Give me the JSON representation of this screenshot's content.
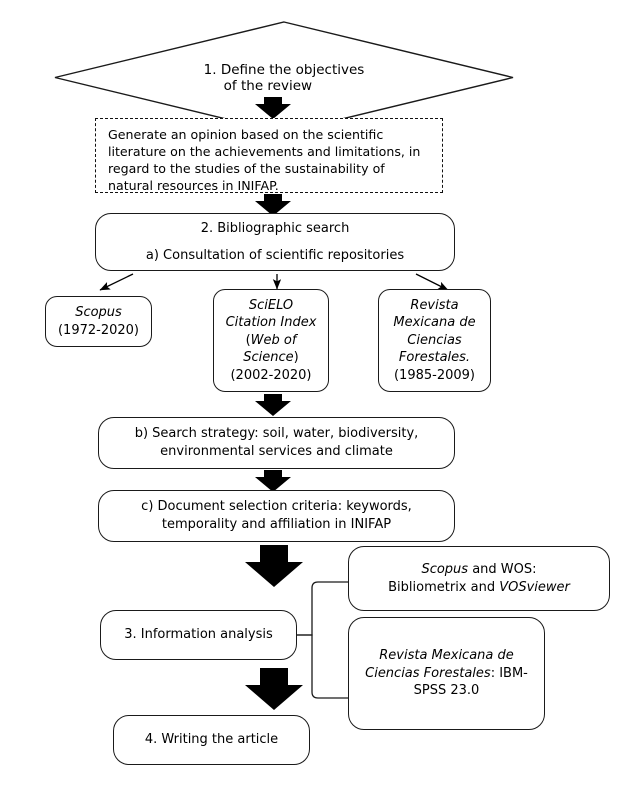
{
  "diagram": {
    "title": "Methodological flowchart of the literature review",
    "background": "#ffffff",
    "stroke": "#1a1a1a"
  },
  "nodes": {
    "objectives": {
      "shape": "diamond",
      "line1": "1.  Define the objectives",
      "line2": "of the review"
    },
    "opinion": {
      "shape": "dashed-rect",
      "line1": "Generate an opinion  based on the scientific",
      "line2": "literature on the achievements and limitations,  in",
      "line3": "regard to the studies of the sustainability of",
      "line4": "natural resources in INIFAP."
    },
    "bibliographic_search": {
      "shape": "rounded-rect",
      "line1": "2. Bibliographic  search",
      "line2": "a) Consultation of scientific repositories"
    },
    "scopus": {
      "shape": "rounded-rect",
      "name": "Scopus",
      "years": "(1972-2020)"
    },
    "scielo": {
      "shape": "rounded-rect",
      "name_line1": "SciELO",
      "name_line2": "Citation Index",
      "paren_open": "(",
      "inner_line1": "Web of",
      "inner_line2": "Science",
      "paren_close": ")",
      "years": "(2002-2020)"
    },
    "revista": {
      "shape": "rounded-rect",
      "name_line1": "Revista",
      "name_line2": "Mexicana de",
      "name_line3": "Ciencias",
      "name_line4": "Forestales.",
      "years": "(1985-2009)"
    },
    "search_strategy": {
      "shape": "rounded-rect",
      "line1": "b) Search strategy: soil,  water, biodiversity,",
      "line2": "environmental services and climate"
    },
    "selection_criteria": {
      "shape": "rounded-rect",
      "line1": "c) Document selection criteria: keywords,",
      "line2": "temporality and affiliation in  INIFAP"
    },
    "information_analysis": {
      "shape": "rounded-rect",
      "label": "3. Information analysis"
    },
    "writing_article": {
      "shape": "rounded-rect",
      "label": "4. Writing the article"
    },
    "tools_scopus_wos": {
      "shape": "rounded-rect",
      "line1_italic": "Scopus",
      "line1_rest": " and WOS:",
      "line2_plain": "Bibliometrix and ",
      "line2_italic": "VOSviewer"
    },
    "tools_revista_spss": {
      "shape": "rounded-rect",
      "line1_italic": "Revista Mexicana de",
      "line2_italic": "Ciencias Forestales",
      "line2_rest": ": IBM-",
      "line3": "SPSS 23.0"
    }
  },
  "connectors": {
    "arrow_objectives_to_opinion": "block-arrow-down",
    "arrow_opinion_to_search": "block-arrow-down",
    "arrow_search_to_scopus": "thin-arrow-diagonal-left",
    "arrow_search_to_scielo": "thin-arrow-down",
    "arrow_search_to_revista": "thin-arrow-diagonal-right",
    "arrow_repos_to_strategy": "block-arrow-down",
    "arrow_strategy_to_criteria": "block-arrow-down",
    "arrow_criteria_to_analysis": "block-arrow-down-large",
    "arrow_analysis_to_writing": "block-arrow-down-large",
    "bracket_analysis_to_tools": "curly-bracket-right"
  }
}
